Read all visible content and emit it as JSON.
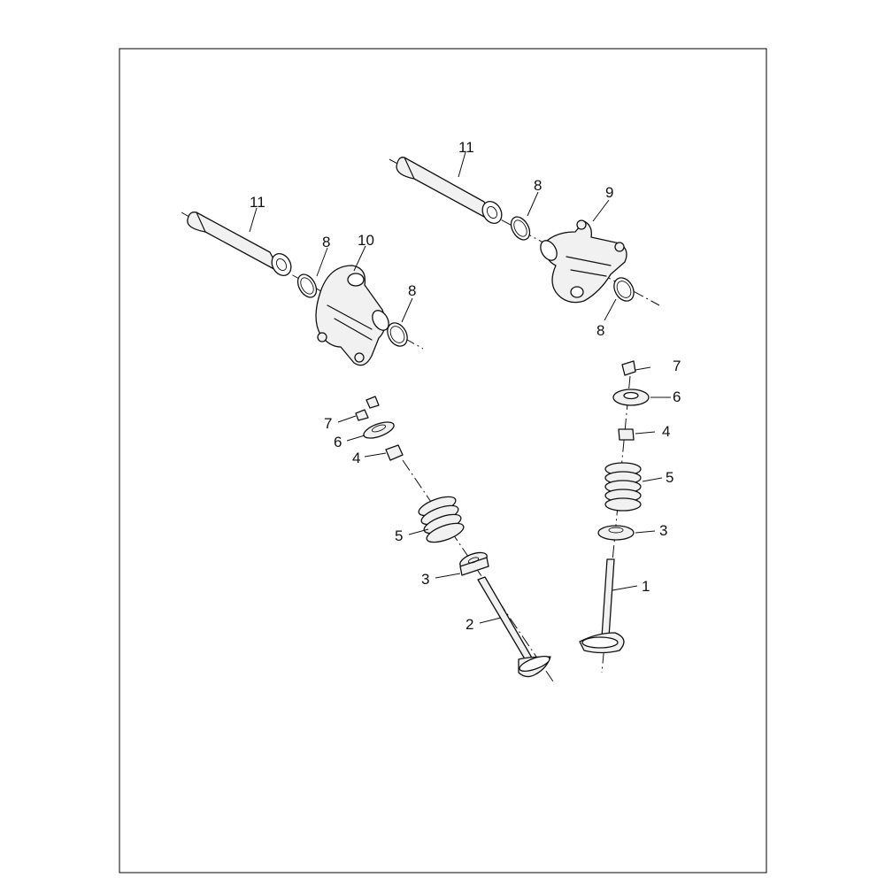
{
  "callouts": {
    "c1": "1",
    "c2": "2",
    "c3_left": "3",
    "c3_right": "3",
    "c4_left": "4",
    "c4_right": "4",
    "c5_left": "5",
    "c5_right": "5",
    "c6_left": "6",
    "c6_right": "6",
    "c7_left": "7",
    "c7_right": "7",
    "c8_left_a": "8",
    "c8_left_b": "8",
    "c8_right_a": "8",
    "c8_right_b": "8",
    "c9": "9",
    "c10": "10",
    "c11_left": "11",
    "c11_right": "11"
  }
}
